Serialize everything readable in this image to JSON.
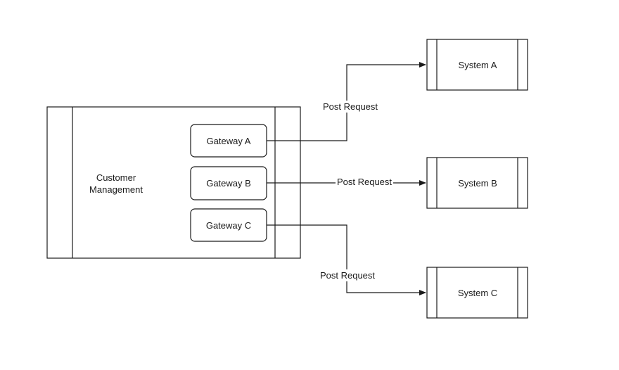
{
  "diagram": {
    "main_process": {
      "label_line1": "Customer",
      "label_line2": "Management"
    },
    "gateways": [
      {
        "label": "Gateway A"
      },
      {
        "label": "Gateway B"
      },
      {
        "label": "Gateway C"
      }
    ],
    "systems": [
      {
        "label": "System A"
      },
      {
        "label": "System B"
      },
      {
        "label": "System C"
      }
    ],
    "edges": [
      {
        "from": "Gateway A",
        "to": "System A",
        "label": "Post Request"
      },
      {
        "from": "Gateway B",
        "to": "System B",
        "label": "Post Request"
      },
      {
        "from": "Gateway C",
        "to": "System C",
        "label": "Post Request"
      }
    ],
    "colors": {
      "stroke": "#1a1a1a",
      "fill": "#ffffff",
      "text": "#1a1a1a"
    }
  }
}
